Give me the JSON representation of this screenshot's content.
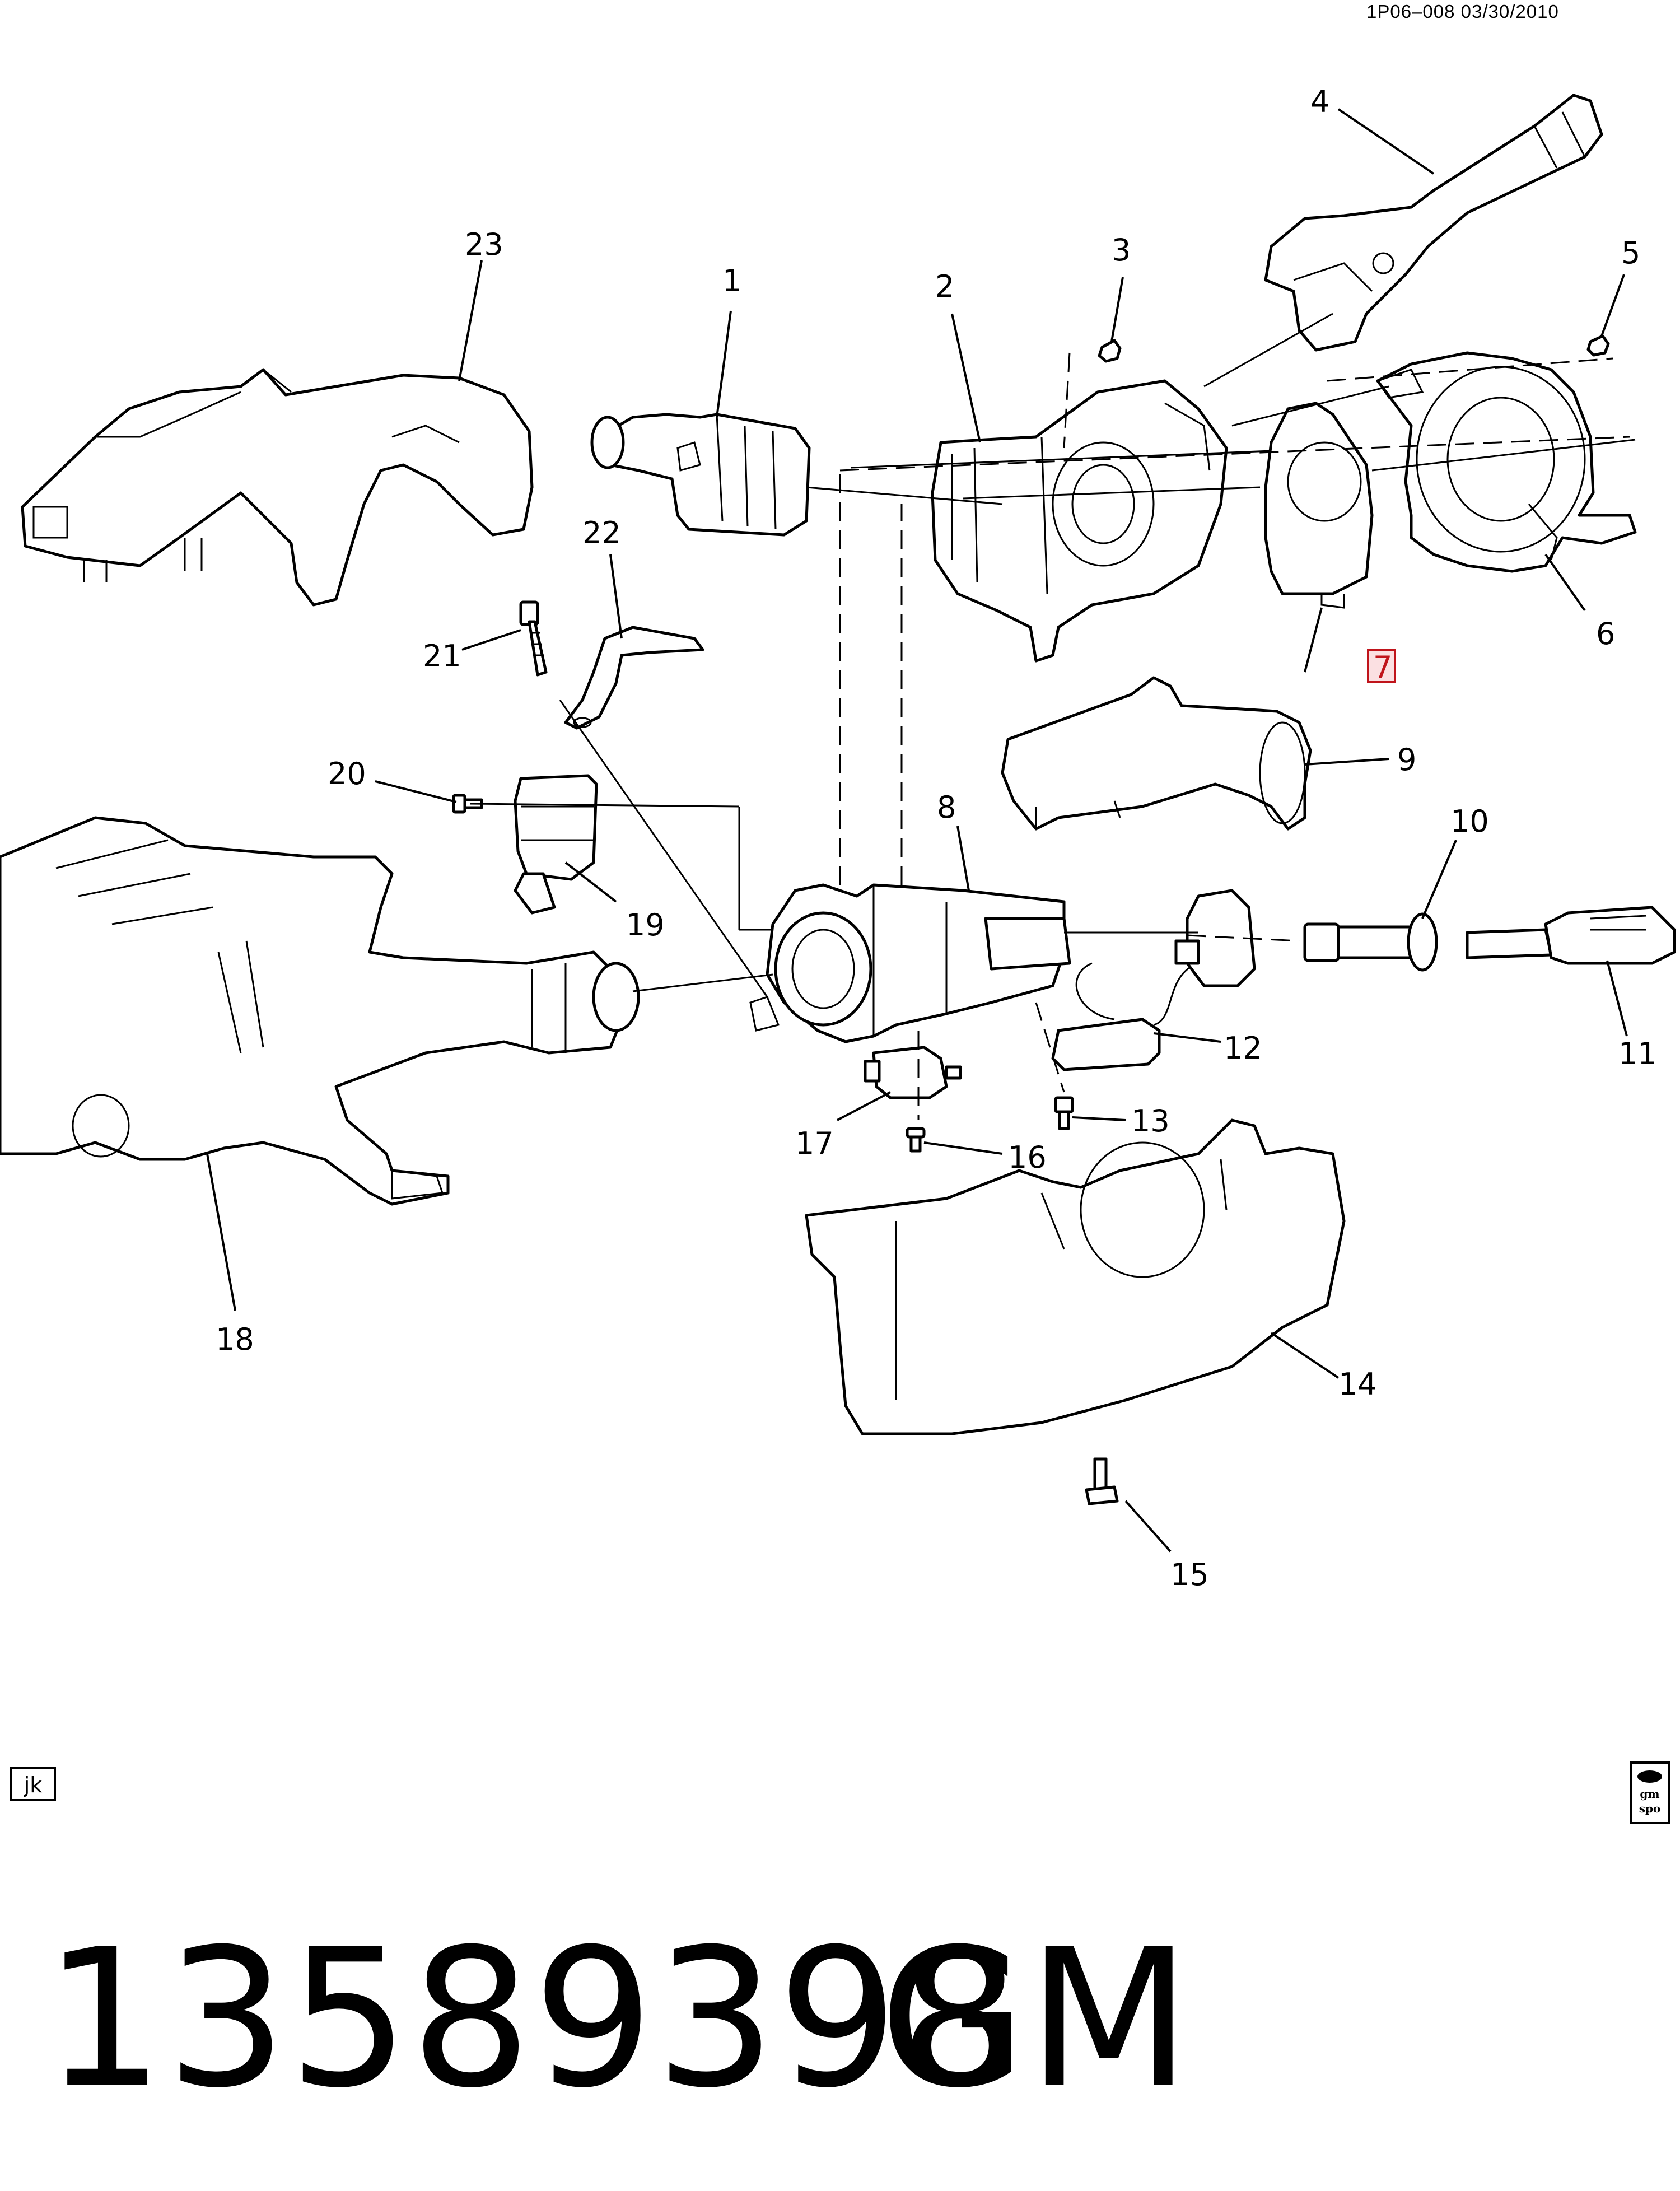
{
  "header": {
    "reference": "1P06–008  03/30/2010"
  },
  "callouts": {
    "c1": "1",
    "c2": "2",
    "c3": "3",
    "c4": "4",
    "c5": "5",
    "c6": "6",
    "c7": "7",
    "c8": "8",
    "c9": "9",
    "c10": "10",
    "c11": "11",
    "c12": "12",
    "c13": "13",
    "c14": "14",
    "c15": "15",
    "c16": "16",
    "c17": "17",
    "c18": "18",
    "c19": "19",
    "c20": "20",
    "c21": "21",
    "c22": "22",
    "c23": "23"
  },
  "highlight_color": "#c0141b",
  "footer": {
    "initials": "jk",
    "logo_line1": "gm",
    "logo_line2": "spo",
    "part_number": "13589398",
    "brand": "GM"
  }
}
